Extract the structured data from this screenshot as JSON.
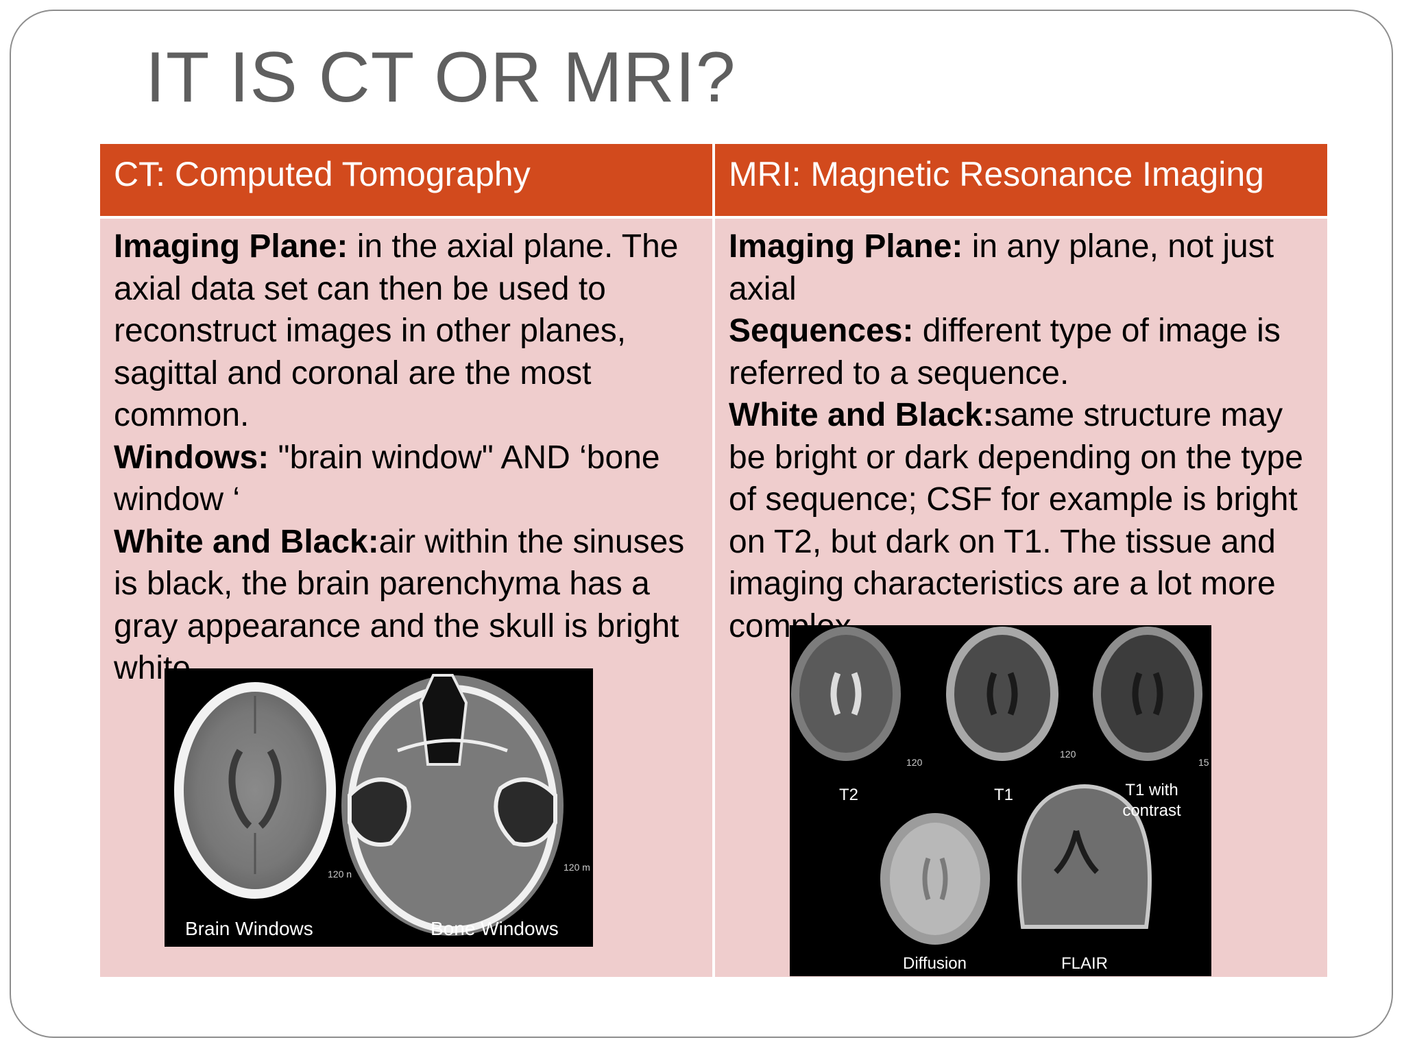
{
  "slide": {
    "title": "IT IS CT OR MRI?"
  },
  "table": {
    "headers": [
      "CT: Computed Tomography",
      "MRI: Magnetic Resonance Imaging"
    ],
    "ct": {
      "imaging_plane_label": "Imaging Plane:",
      "imaging_plane_text": " in the axial plane.  The axial data set can then be used to reconstruct images in other planes, sagittal and coronal are the most common.",
      "windows_label": "Windows:",
      "windows_text": " \"brain window\" AND ‘bone window ‘",
      "white_black_label": "White and Black:",
      "white_black_text": "air within the sinuses is black, the brain parenchyma has a gray appearance and the skull is bright white."
    },
    "mri": {
      "imaging_plane_label": "Imaging Plane:",
      "imaging_plane_text": " in any plane, not just axial",
      "sequences_label": "Sequences:",
      "sequences_text": "  different type of image is referred to a sequence.",
      "white_black_label": "White and Black:",
      "white_black_text": "same structure may be bright or dark depending on the type of sequence; CSF for example is bright on T2, but dark on T1. The tissue and imaging characteristics are a lot more complex."
    }
  },
  "ct_figure": {
    "captions": [
      "Brain Windows",
      "Bone Windows"
    ],
    "scale_marks": [
      "120 n",
      "120 m"
    ]
  },
  "mri_figure": {
    "captions": [
      "T2",
      "T1",
      "T1 with contrast",
      "Diffusion",
      "FLAIR"
    ],
    "scale_marks": [
      "120",
      "120",
      "15"
    ]
  }
}
